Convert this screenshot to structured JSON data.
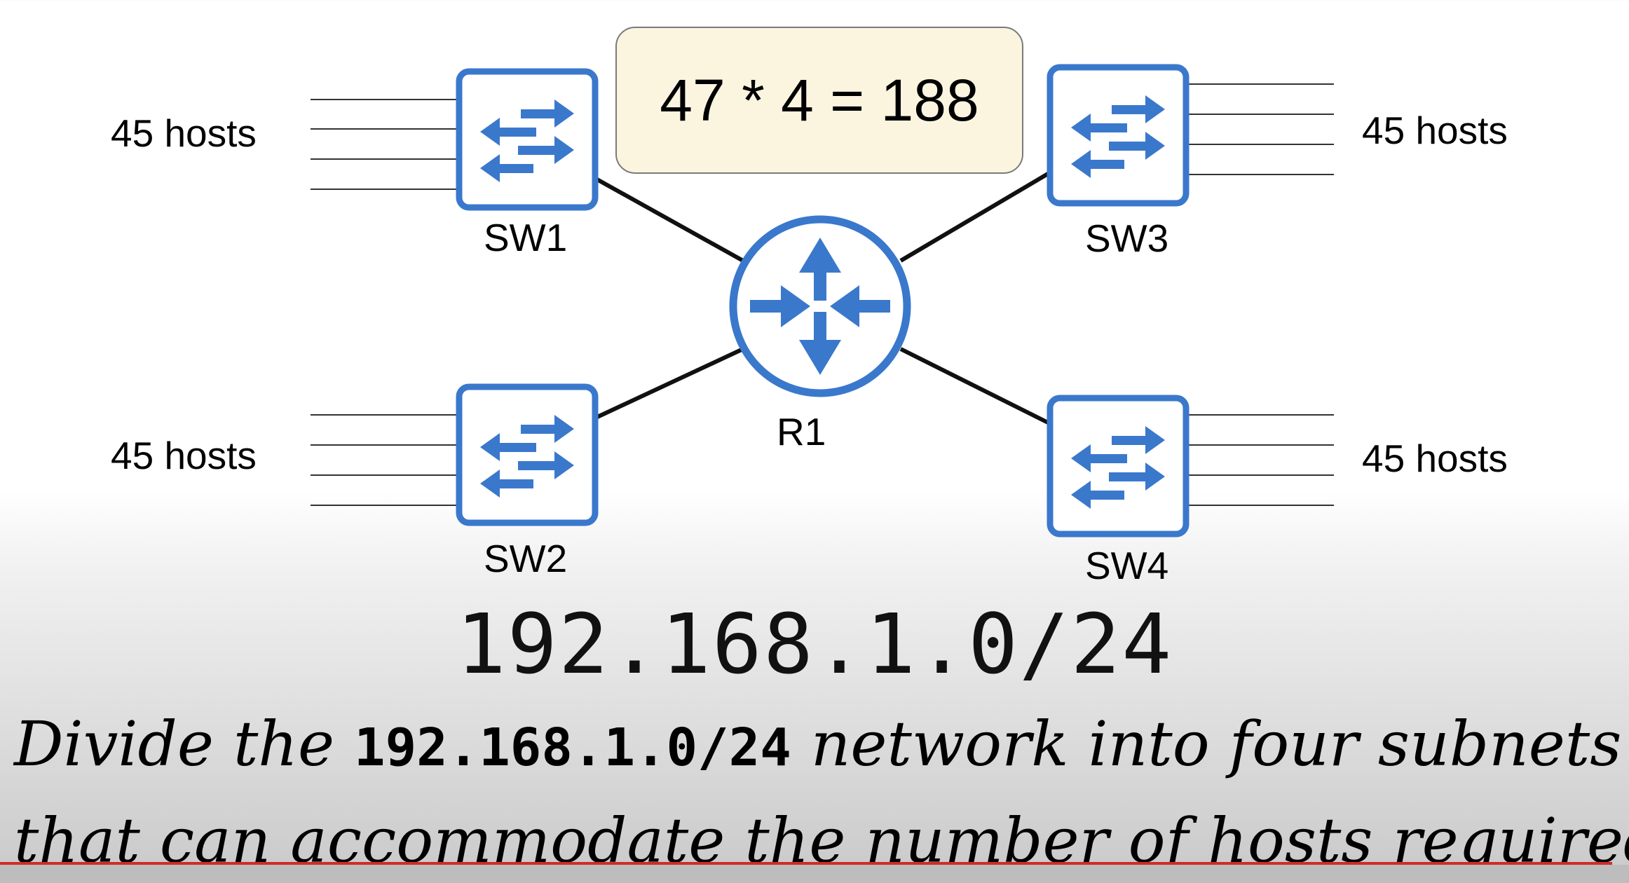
{
  "callout": {
    "equation": "47 * 4 = 188"
  },
  "router": {
    "name": "R1"
  },
  "switches": [
    {
      "name": "SW1",
      "hosts_label": "45 hosts"
    },
    {
      "name": "SW2",
      "hosts_label": "45 hosts"
    },
    {
      "name": "SW3",
      "hosts_label": "45 hosts"
    },
    {
      "name": "SW4",
      "hosts_label": "45 hosts"
    }
  ],
  "network": "192.168.1.0/24",
  "instruction": {
    "line1_before": "Divide the ",
    "line1_network": "192.168.1.0/24",
    "line1_after": " network into four subnets",
    "line2": "that can accommodate the number of hosts required."
  },
  "colors": {
    "device_blue": "#3a78cc",
    "callout_bg": "#fbf5e0",
    "underline_red": "#d22a2a"
  }
}
